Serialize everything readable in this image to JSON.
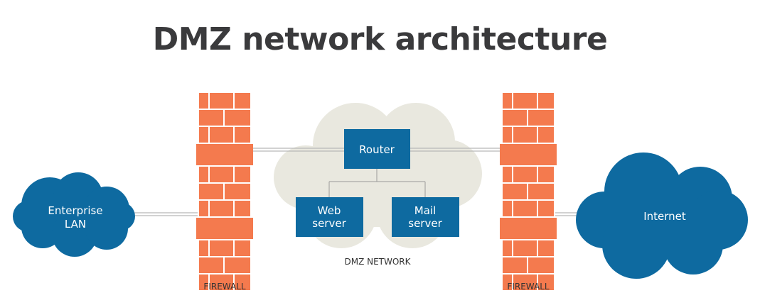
{
  "title": "DMZ network architecture",
  "nodes": {
    "enterprise_lan": {
      "line1": "Enterprise",
      "line2": "LAN"
    },
    "internet": {
      "label": "Internet"
    },
    "router": {
      "label": "Router"
    },
    "web_server": {
      "line1": "Web",
      "line2": "server"
    },
    "mail_server": {
      "line1": "Mail",
      "line2": "server"
    }
  },
  "labels": {
    "firewall_left": "FIREWALL",
    "firewall_right": "FIREWALL",
    "dmz_network": "DMZ NETWORK"
  },
  "colors": {
    "node_blue": "#0e6aa0",
    "firewall_orange": "#f47a4e",
    "dmz_cloud": "#e9e8df",
    "title_gray": "#3a3a3c",
    "connector_gray": "#b8b8b8"
  }
}
